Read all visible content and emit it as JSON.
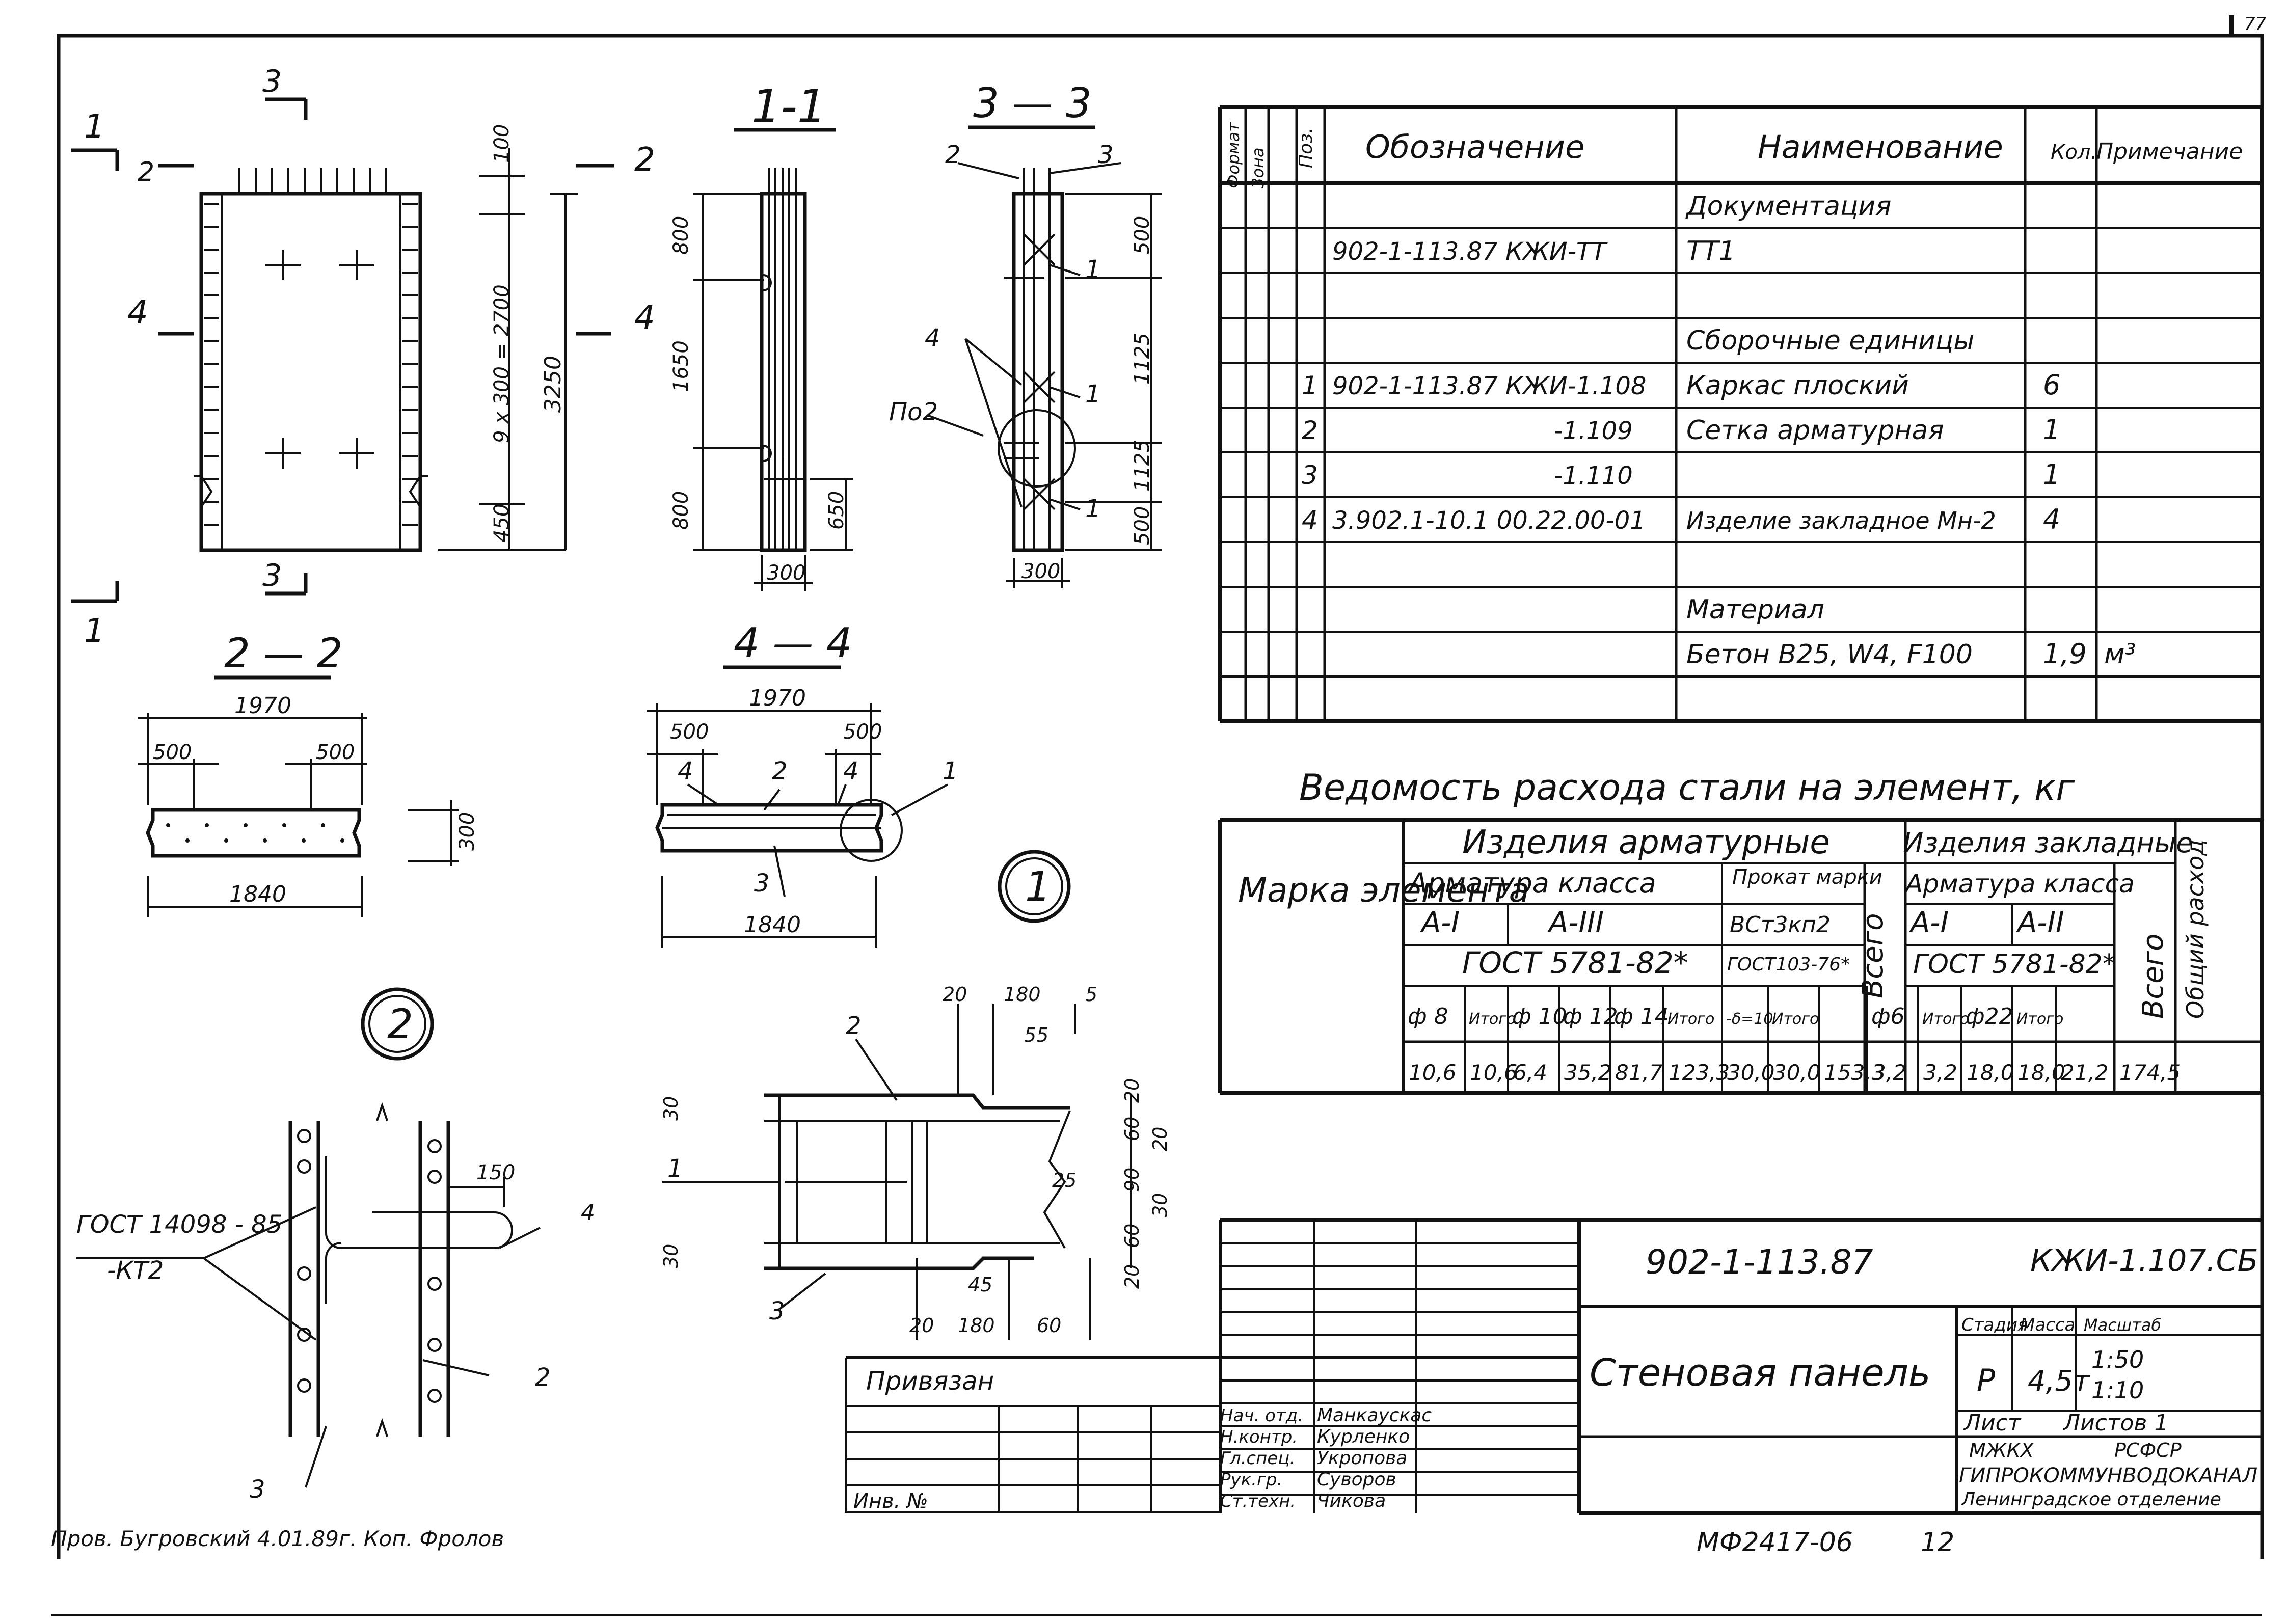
{
  "corner_mark": "77",
  "drawing": {
    "views": {
      "elevation": {
        "cut_marks": [
          "1",
          "1",
          "2",
          "2",
          "3",
          "3",
          "4",
          "4"
        ],
        "dims": [
          "100",
          "9 x 300 = 2700",
          "3250",
          "450"
        ]
      },
      "section_1_1": {
        "title": "1-1",
        "dims": [
          "800",
          "1650",
          "800",
          "650",
          "300"
        ]
      },
      "section_3_3": {
        "title": "3 — 3",
        "labels": [
          "2",
          "3",
          "4",
          "1",
          "1",
          "1",
          "По2"
        ],
        "dims": [
          "500",
          "1125",
          "1125",
          "500",
          "300"
        ]
      },
      "section_2_2": {
        "title": "2 — 2",
        "dims": [
          "1970",
          "500",
          "500",
          "300",
          "1840"
        ]
      },
      "section_4_4": {
        "title": "4 — 4",
        "dims": [
          "1970",
          "500",
          "500",
          "1840"
        ],
        "labels": [
          "4",
          "2",
          "4",
          "1",
          "3"
        ]
      },
      "node_1": {
        "label": "1",
        "labels": [
          "2",
          "1",
          "3"
        ],
        "dims": [
          "20",
          "180",
          "5",
          "55",
          "30",
          "20",
          "60",
          "20",
          "25",
          "90",
          "30",
          "60",
          "30",
          "20",
          "45",
          "20",
          "180",
          "60"
        ]
      },
      "node_2": {
        "label": "2",
        "standard": "ГОСТ 14098 - 85",
        "type": "-КТ2",
        "labels": [
          "4",
          "2",
          "3"
        ],
        "dims": [
          "150"
        ]
      }
    }
  },
  "spec": {
    "headers": {
      "format": "Формат",
      "zone": "Зона",
      "pos": "Поз.",
      "designation": "Обозначение",
      "name": "Наименование",
      "qty": "Кол.",
      "note": "Примечание"
    },
    "rows": [
      {
        "pos": "",
        "designation": "",
        "name": "Документация",
        "qty": "",
        "note": ""
      },
      {
        "pos": "",
        "designation": "902-1-113.87       КЖИ-ТТ",
        "name": "ТТ1",
        "qty": "",
        "note": ""
      },
      {
        "pos": "",
        "designation": "",
        "name": "",
        "qty": "",
        "note": ""
      },
      {
        "pos": "",
        "designation": "",
        "name": "Сборочные единицы",
        "qty": "",
        "note": ""
      },
      {
        "pos": "1",
        "designation": "902-1-113.87 КЖИ-1.108",
        "name": "Каркас плоский",
        "qty": "6",
        "note": ""
      },
      {
        "pos": "2",
        "designation": "-1.109",
        "name": "Сетка арматурная",
        "qty": "1",
        "note": ""
      },
      {
        "pos": "3",
        "designation": "-1.110",
        "name": "",
        "qty": "1",
        "note": ""
      },
      {
        "pos": "4",
        "designation": "3.902.1-10.1   00.22.00-01",
        "name": "Изделие закладное Мн-2",
        "qty": "4",
        "note": ""
      },
      {
        "pos": "",
        "designation": "",
        "name": "",
        "qty": "",
        "note": ""
      },
      {
        "pos": "",
        "designation": "",
        "name": "Материал",
        "qty": "",
        "note": ""
      },
      {
        "pos": "",
        "designation": "",
        "name": "Бетон В25, W4, F100",
        "qty": "1,9",
        "note": "м³"
      },
      {
        "pos": "",
        "designation": "",
        "name": "",
        "qty": "",
        "note": ""
      }
    ]
  },
  "steel": {
    "title": "Ведомость расхода стали на элемент, кг",
    "mark_header": "Марка элемента",
    "group_rebar": "Изделия арматурные",
    "group_embed": "Изделия закладные",
    "rebar_class": "Арматура класса",
    "rolled": "Прокат марки",
    "class_a1": "А-I",
    "class_a3": "А-III",
    "class_a2": "А-II",
    "steel_grade": "ВСт3кп2",
    "gost_rebar": "ГОСТ 5781-82*",
    "gost_rolled": "ГОСТ103-76*",
    "gost_embed": "ГОСТ 5781-82*",
    "total": "Всего",
    "overall": "Общий расход",
    "cols": [
      "ф 8",
      "Итого",
      "ф 10",
      "ф 12",
      "ф 14",
      "Итого",
      "-δ=10",
      "Итого",
      "ф6",
      "Итого",
      "ф22",
      "Итого"
    ],
    "values": [
      "10,6",
      "10,6",
      "6,4",
      "35,2",
      "81,7",
      "123,3",
      "30,0",
      "30,0",
      "153,3",
      "3,2",
      "3,2",
      "18,0",
      "18,0",
      "21,2",
      "174,5"
    ]
  },
  "title_block": {
    "code": "902-1-113.87",
    "mark": "КЖИ-1.107.СБ",
    "name": "Стеновая панель",
    "stage_h": "Стадия",
    "mass_h": "Масса",
    "scale_h": "Масштаб",
    "stage": "Р",
    "mass": "4,5т",
    "scale1": "1:50",
    "scale2": "1:10",
    "sheet": "Лист",
    "sheets": "Листов 1",
    "org1": "МЖКХ",
    "org2": "РСФСР",
    "org3": "ГИПРОКОММУНВОДОКАНАЛ",
    "org4": "Ленинградское отделение",
    "bound": "Привязан",
    "inv": "Инв. №",
    "roles": [
      "Нач. отд.",
      "Н.контр.",
      "Гл.спец.",
      "Рук.гр.",
      "Ст.техн."
    ],
    "people": [
      "Манкаускас",
      "Курленко",
      "Укропова",
      "Суворов",
      "Чикова"
    ]
  },
  "footer": {
    "check": "Пров. Бугровский 4.01.89г.  Коп. Фролов",
    "number": "МФ2417-06",
    "page": "12"
  }
}
